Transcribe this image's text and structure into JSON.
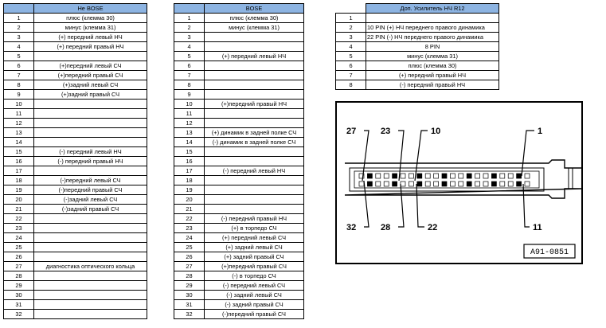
{
  "table_non_bose": {
    "title": "Не BOSE",
    "rows": [
      {
        "num": "1",
        "desc": "плюс (клемма 30)"
      },
      {
        "num": "2",
        "desc": "минус (клемма 31)"
      },
      {
        "num": "3",
        "desc": "(+) передний левый НЧ"
      },
      {
        "num": "4",
        "desc": "(+) передний правый НЧ"
      },
      {
        "num": "5",
        "desc": ""
      },
      {
        "num": "6",
        "desc": "(+)передний левый СЧ"
      },
      {
        "num": "7",
        "desc": "(+)передний правый СЧ"
      },
      {
        "num": "8",
        "desc": "(+)задний левый СЧ"
      },
      {
        "num": "9",
        "desc": "(+)задний правый СЧ"
      },
      {
        "num": "10",
        "desc": ""
      },
      {
        "num": "11",
        "desc": ""
      },
      {
        "num": "12",
        "desc": ""
      },
      {
        "num": "13",
        "desc": ""
      },
      {
        "num": "14",
        "desc": ""
      },
      {
        "num": "15",
        "desc": "(-) передний левый НЧ"
      },
      {
        "num": "16",
        "desc": "(-) передний правый НЧ"
      },
      {
        "num": "17",
        "desc": ""
      },
      {
        "num": "18",
        "desc": "(-)передний левый СЧ"
      },
      {
        "num": "19",
        "desc": "(-)передний правый СЧ"
      },
      {
        "num": "20",
        "desc": "(-)задний левый СЧ"
      },
      {
        "num": "21",
        "desc": "(-)задний правый СЧ"
      },
      {
        "num": "22",
        "desc": ""
      },
      {
        "num": "23",
        "desc": ""
      },
      {
        "num": "24",
        "desc": ""
      },
      {
        "num": "25",
        "desc": ""
      },
      {
        "num": "26",
        "desc": ""
      },
      {
        "num": "27",
        "desc": "диагностика оптического кольца"
      },
      {
        "num": "28",
        "desc": ""
      },
      {
        "num": "29",
        "desc": ""
      },
      {
        "num": "30",
        "desc": ""
      },
      {
        "num": "31",
        "desc": ""
      },
      {
        "num": "32",
        "desc": ""
      }
    ]
  },
  "table_bose": {
    "title": "BOSE",
    "rows": [
      {
        "num": "1",
        "desc": "плюс (клемма 30)"
      },
      {
        "num": "2",
        "desc": "минус (клемма 31)"
      },
      {
        "num": "3",
        "desc": ""
      },
      {
        "num": "4",
        "desc": ""
      },
      {
        "num": "5",
        "desc": "(+) передний левый НЧ"
      },
      {
        "num": "6",
        "desc": ""
      },
      {
        "num": "7",
        "desc": ""
      },
      {
        "num": "8",
        "desc": ""
      },
      {
        "num": "9",
        "desc": ""
      },
      {
        "num": "10",
        "desc": "(+)передний правый НЧ"
      },
      {
        "num": "11",
        "desc": ""
      },
      {
        "num": "12",
        "desc": ""
      },
      {
        "num": "13",
        "desc": "(+) динамик в задней полке СЧ"
      },
      {
        "num": "14",
        "desc": "(-) динамик в задней полке СЧ"
      },
      {
        "num": "15",
        "desc": ""
      },
      {
        "num": "16",
        "desc": ""
      },
      {
        "num": "17",
        "desc": "(-) передний левый НЧ"
      },
      {
        "num": "18",
        "desc": ""
      },
      {
        "num": "19",
        "desc": ""
      },
      {
        "num": "20",
        "desc": ""
      },
      {
        "num": "21",
        "desc": ""
      },
      {
        "num": "22",
        "desc": "(-) передний правый НЧ"
      },
      {
        "num": "23",
        "desc": "(+) в торпедо СЧ"
      },
      {
        "num": "24",
        "desc": "(+) передний левый СЧ"
      },
      {
        "num": "25",
        "desc": "(+) задний левый СЧ"
      },
      {
        "num": "26",
        "desc": "(+) задний правый СЧ"
      },
      {
        "num": "27",
        "desc": "(+)передний правый СЧ"
      },
      {
        "num": "28",
        "desc": "(-) в торпедо СЧ"
      },
      {
        "num": "29",
        "desc": "(-) передний левый СЧ"
      },
      {
        "num": "30",
        "desc": "(-) задний левый СЧ"
      },
      {
        "num": "31",
        "desc": "(-) задний правый СЧ"
      },
      {
        "num": "32",
        "desc": "(-)передний правый СЧ"
      }
    ]
  },
  "table_amp": {
    "title": "Доп. Усилитель НЧ R12",
    "rows": [
      {
        "num": "1",
        "desc": ""
      },
      {
        "num": "2",
        "desc": "10 PIN (+)  НЧ переднего правого динамика"
      },
      {
        "num": "3",
        "desc": "22 PIN (-)  НЧ переднего правого динамика"
      },
      {
        "num": "4",
        "desc": "8 PIN"
      },
      {
        "num": "5",
        "desc": "минус (клемма 31)"
      },
      {
        "num": "6",
        "desc": "плюс (клемма 30)"
      },
      {
        "num": "7",
        "desc": "(+) передний правый НЧ"
      },
      {
        "num": "8",
        "desc": "(-) передний правый НЧ"
      }
    ]
  },
  "connector": {
    "labels": {
      "p27": "27",
      "p23": "23",
      "p10": "10",
      "p1": "1",
      "p32": "32",
      "p28": "28",
      "p22": "22",
      "p11": "11"
    },
    "code": "A91-0851"
  }
}
